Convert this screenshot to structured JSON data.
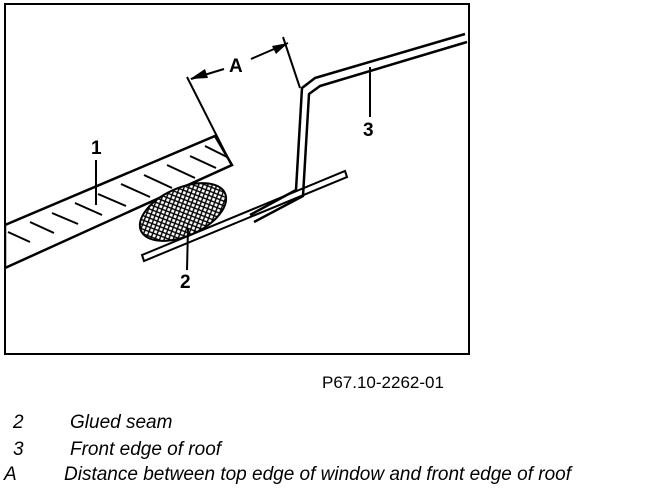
{
  "diagram": {
    "figure_code": "P67.10-2262-01",
    "callouts": {
      "one": "1",
      "two": "2",
      "three": "3",
      "a": "A"
    }
  },
  "legend": [
    {
      "key": "2",
      "text": "Glued seam"
    },
    {
      "key": "3",
      "text": "Front edge of roof"
    },
    {
      "key": "A",
      "text": "Distance between top edge of window and front edge of roof"
    }
  ]
}
